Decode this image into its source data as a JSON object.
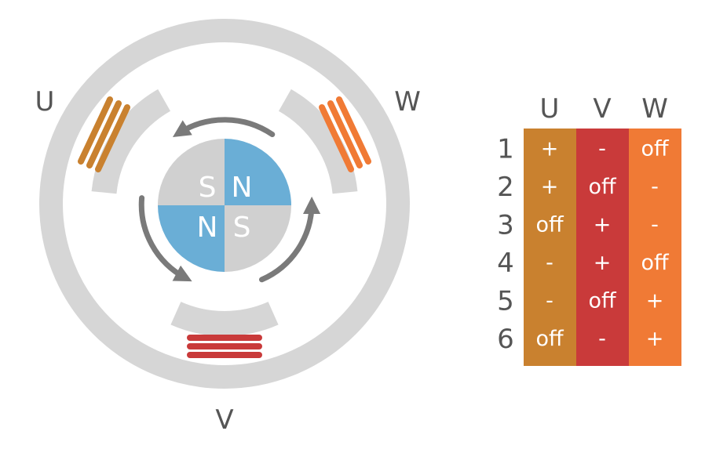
{
  "motor": {
    "phase_labels": {
      "u": "U",
      "v": "V",
      "w": "W"
    },
    "rotor_poles": [
      "S",
      "N",
      "N",
      "S"
    ]
  },
  "table": {
    "columns": [
      "U",
      "V",
      "W"
    ],
    "rows": [
      {
        "step": "1",
        "u": "+",
        "v": "-",
        "w": "off"
      },
      {
        "step": "2",
        "u": "+",
        "v": "off",
        "w": "-"
      },
      {
        "step": "3",
        "u": "off",
        "v": "+",
        "w": "-"
      },
      {
        "step": "4",
        "u": "-",
        "v": "+",
        "w": "off"
      },
      {
        "step": "5",
        "u": "-",
        "v": "off",
        "w": "+"
      },
      {
        "step": "6",
        "u": "off",
        "v": "-",
        "w": "+"
      }
    ]
  },
  "colors": {
    "stator": "#d6d6d6",
    "rotor_gray": "#d0d0d0",
    "rotor_blue": "#6aaed6",
    "arrow": "#7a7a7a",
    "phase_u": "#c9812f",
    "phase_v": "#c93a3a",
    "phase_w": "#f07a35",
    "text": "#555555"
  }
}
